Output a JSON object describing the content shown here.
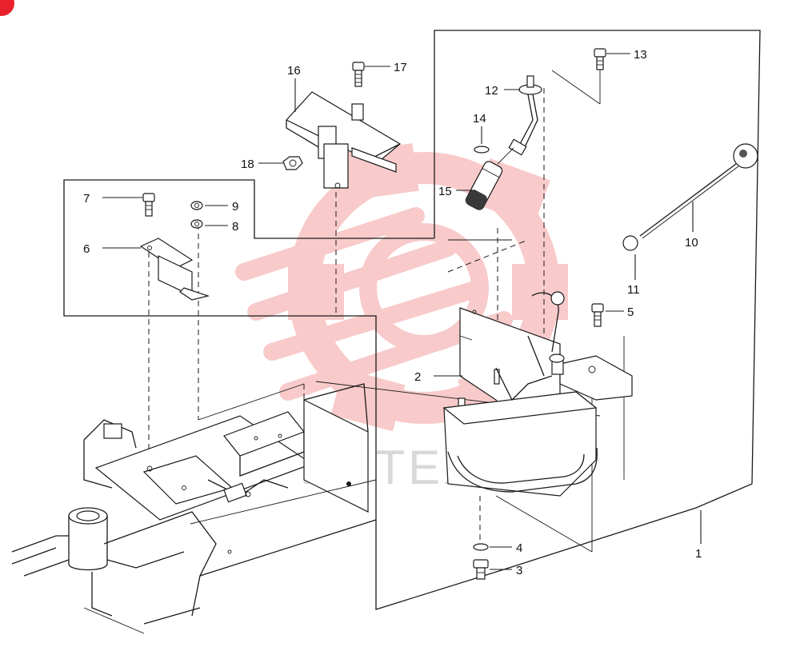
{
  "diagram": {
    "watermark_text": "ИНТЕХ",
    "colors": {
      "line": "#1a1a1a",
      "watermark": "#f4a0a0",
      "watermark_text": "#d8d8d8",
      "corner_badge": "#e8212a"
    },
    "callouts": [
      {
        "id": "1",
        "label": "1"
      },
      {
        "id": "2",
        "label": "2"
      },
      {
        "id": "3",
        "label": "3"
      },
      {
        "id": "4",
        "label": "4"
      },
      {
        "id": "5",
        "label": "5"
      },
      {
        "id": "6",
        "label": "6"
      },
      {
        "id": "7",
        "label": "7"
      },
      {
        "id": "8",
        "label": "8"
      },
      {
        "id": "9",
        "label": "9"
      },
      {
        "id": "10",
        "label": "10"
      },
      {
        "id": "11",
        "label": "11"
      },
      {
        "id": "12",
        "label": "12"
      },
      {
        "id": "13",
        "label": "13"
      },
      {
        "id": "14",
        "label": "14"
      },
      {
        "id": "15",
        "label": "15"
      },
      {
        "id": "16",
        "label": "16"
      },
      {
        "id": "17",
        "label": "17"
      },
      {
        "id": "18",
        "label": "18"
      }
    ]
  }
}
